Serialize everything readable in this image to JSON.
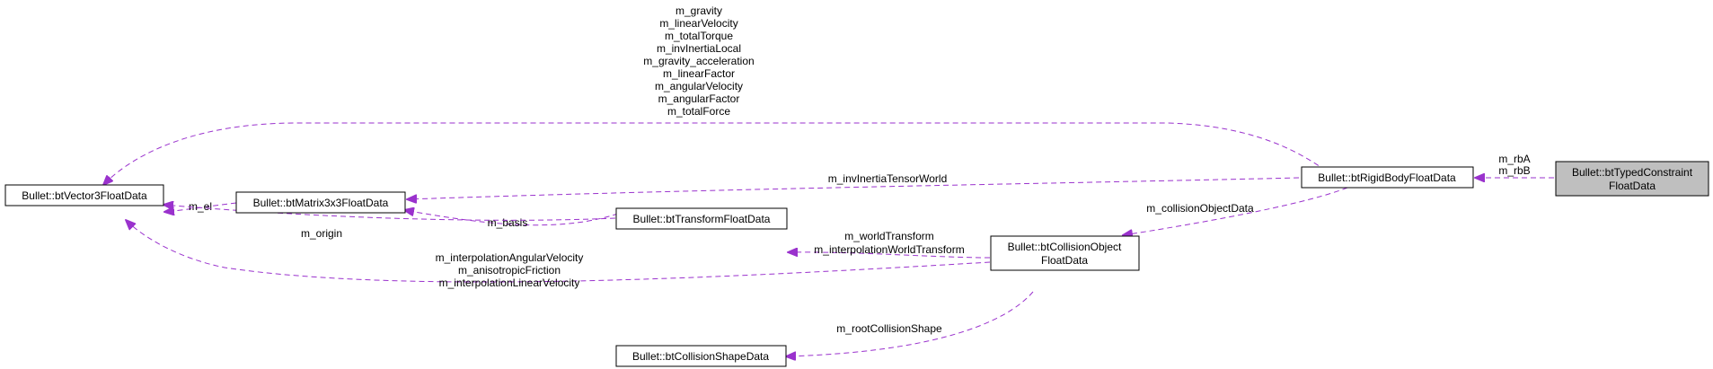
{
  "nodes": {
    "vector3": {
      "label": "Bullet::btVector3FloatData"
    },
    "matrix3x3": {
      "label": "Bullet::btMatrix3x3FloatData"
    },
    "transform": {
      "label": "Bullet::btTransformFloatData"
    },
    "shape": {
      "label": "Bullet::btCollisionShapeData"
    },
    "collision": {
      "line1": "Bullet::btCollisionObject",
      "line2": "FloatData"
    },
    "rigid": {
      "label": "Bullet::btRigidBodyFloatData"
    },
    "typed": {
      "line1": "Bullet::btTypedConstraint",
      "line2": "FloatData"
    }
  },
  "edges": {
    "rigid_vector3": [
      "m_gravity",
      "m_linearVelocity",
      "m_totalTorque",
      "m_invInertiaLocal",
      "m_gravity_acceleration",
      "m_linearFactor",
      "m_angularVelocity",
      "m_angularFactor",
      "m_totalForce"
    ],
    "typed_rigid": [
      "m_rbA",
      "m_rbB"
    ],
    "rigid_matrix": "m_invInertiaTensorWorld",
    "matrix_vector": "m_el",
    "transform_matrix": "m_basis",
    "transform_vector": "m_origin",
    "rigid_collision": "m_collisionObjectData",
    "collision_transform": [
      "m_worldTransform",
      "m_interpolationWorldTransform"
    ],
    "collision_vector": [
      "m_interpolationAngularVelocity",
      "m_anisotropicFriction",
      "m_interpolationLinearVelocity"
    ],
    "collision_shape": "m_rootCollisionShape"
  },
  "colors": {
    "edge": "#9a32cd",
    "focus_fill": "#bfbfbf",
    "border": "#000000"
  }
}
